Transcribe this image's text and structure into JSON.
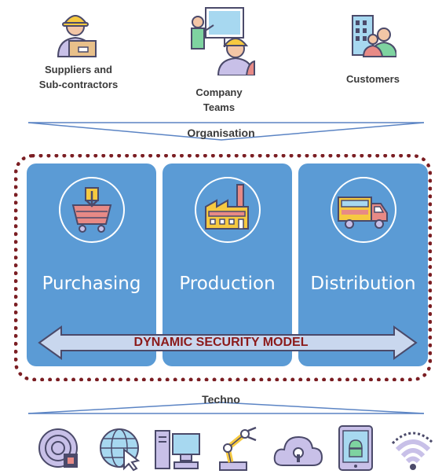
{
  "actors": {
    "suppliers_line1": "Suppliers and",
    "suppliers_line2": "Sub-contractors",
    "company_line1": "Company",
    "company_line2": "Teams",
    "customers": "Customers"
  },
  "bands": {
    "organisation": "Organisation",
    "techno": "Techno"
  },
  "cards": [
    {
      "title": "Purchasing",
      "icon": "shopping-basket-icon"
    },
    {
      "title": "Production",
      "icon": "factory-icon"
    },
    {
      "title": "Distribution",
      "icon": "delivery-truck-icon"
    }
  ],
  "model_label": "DYNAMIC SECURITY MODEL",
  "tech_icons": [
    "security-chip-icon",
    "globe-cursor-icon",
    "computer-icon",
    "robot-arm-icon",
    "cloud-lock-icon",
    "tablet-android-icon",
    "wifi-icon"
  ],
  "colors": {
    "card_blue": "#5b9bd5",
    "frame_red": "#7b1e23",
    "model_text": "#8b1a1a",
    "arrow_fill": "#c9d7ee",
    "line_blue": "#5b84c4",
    "icon_purple": "#c8c0e8",
    "icon_yellow": "#f6c940",
    "icon_outline": "#4b4a6a"
  }
}
